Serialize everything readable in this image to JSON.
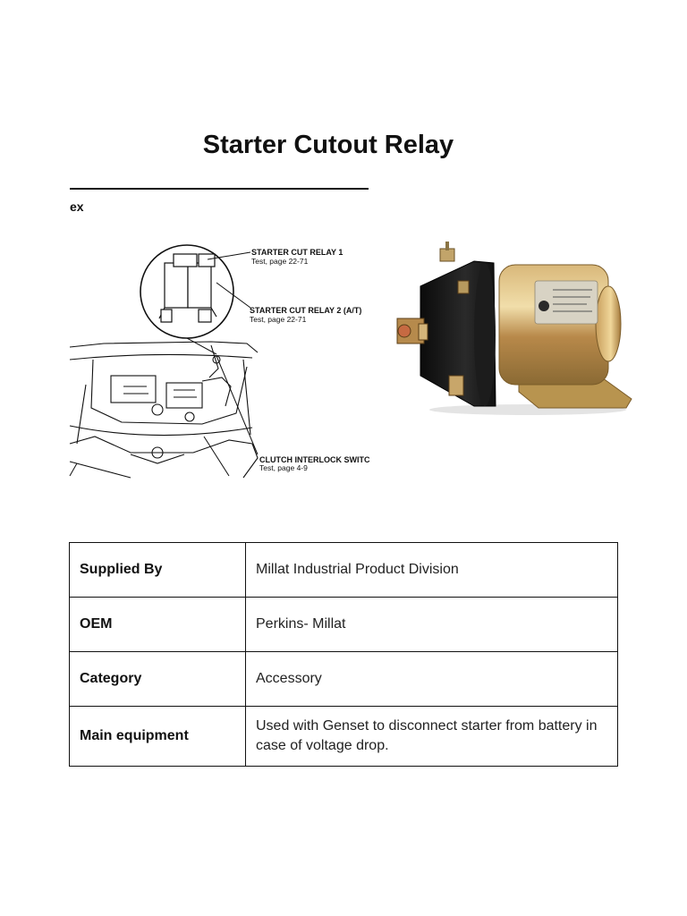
{
  "title": "Starter Cutout Relay",
  "diagram": {
    "header_fragment": "ex",
    "labels": {
      "relay1": "STARTER CUT RELAY 1",
      "relay1_test": "Test, page 22-71",
      "relay2": "STARTER CUT RELAY 2 (A/T)",
      "relay2_test": "Test, page 22-71",
      "clutch": "CLUTCH INTERLOCK SWITC",
      "clutch_test": "Test, page 4-9"
    }
  },
  "photo": {
    "subject": "starter-cutout-relay-photo"
  },
  "spec_table": {
    "rows": [
      {
        "key": "Supplied By",
        "value": "Millat Industrial Product Division"
      },
      {
        "key": "OEM",
        "value": "Perkins- Millat"
      },
      {
        "key": "Category",
        "value": "Accessory"
      },
      {
        "key": "Main equipment",
        "value": "Used with Genset to disconnect starter from battery in case of voltage drop."
      }
    ]
  }
}
